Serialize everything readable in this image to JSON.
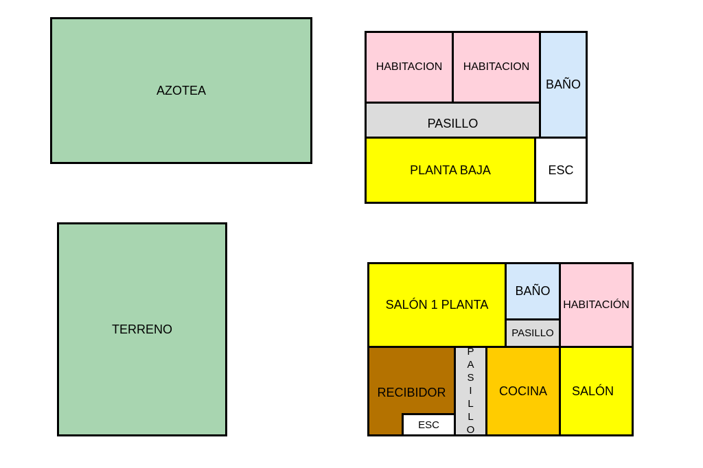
{
  "plans": {
    "roof": {
      "label": "AZOTEA"
    },
    "land": {
      "label": "TERRENO"
    },
    "upper": {
      "room_1": "HABITACION",
      "room_2": "HABITACION",
      "bath": "BAÑO",
      "hall": "PASILLO",
      "ground": "PLANTA BAJA",
      "stairs": "ESC"
    },
    "lower": {
      "living_first": "SALÓN 1 PLANTA",
      "bath": "BAÑO",
      "hall_small": "PASILLO",
      "bedroom": "HABITACIÓN",
      "lobby": "RECIBIDOR",
      "stairs": "ESC",
      "hall_vertical": "PASILLO",
      "kitchen": "COCINA",
      "living": "SALÓN"
    }
  },
  "colors": {
    "green": "#a8d5b0",
    "pink": "#ffd1dc",
    "blue": "#d4e8fb",
    "gray": "#dcdcdc",
    "yellow": "#ffff00",
    "brown": "#b47200",
    "orange": "#ffcc00"
  }
}
